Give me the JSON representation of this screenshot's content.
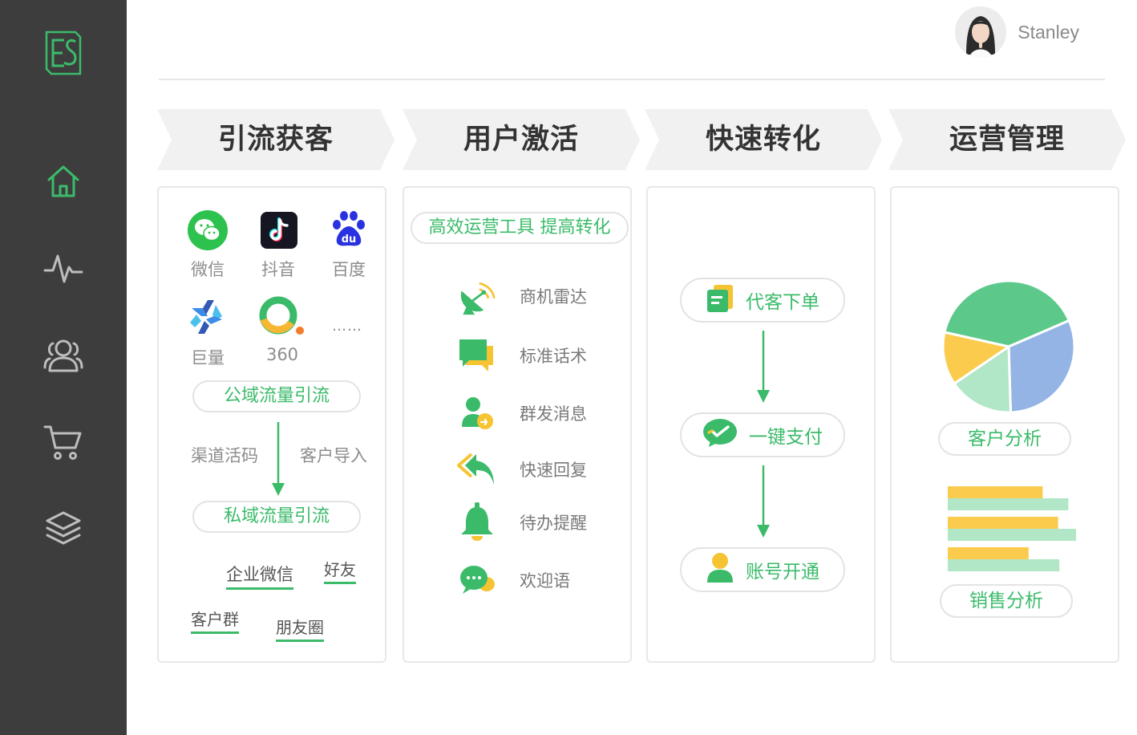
{
  "user": {
    "name": "Stanley"
  },
  "sidebar": {
    "logo_text": "ES",
    "items": [
      {
        "icon": "home-icon",
        "active": true
      },
      {
        "icon": "pulse-icon",
        "active": false
      },
      {
        "icon": "users-icon",
        "active": false
      },
      {
        "icon": "cart-icon",
        "active": false
      },
      {
        "icon": "layers-icon",
        "active": false
      }
    ]
  },
  "stages": [
    {
      "title": "引流获客"
    },
    {
      "title": "用户激活"
    },
    {
      "title": "快速转化"
    },
    {
      "title": "运营管理"
    }
  ],
  "acquire": {
    "apps": [
      {
        "name": "微信",
        "icon": "wechat-icon"
      },
      {
        "name": "抖音",
        "icon": "douyin-icon"
      },
      {
        "name": "百度",
        "icon": "baidu-icon"
      },
      {
        "name": "巨量",
        "icon": "juliang-icon"
      },
      {
        "name": "360",
        "icon": "360-icon"
      }
    ],
    "more": "……",
    "public_pill": "公域流量引流",
    "left_channel": "渠道活码",
    "right_channel": "客户导入",
    "private_pill": "私域流量引流",
    "targets": [
      "企业微信",
      "好友",
      "客户群",
      "朋友圈"
    ]
  },
  "activate": {
    "header": "高效运营工具 提高转化",
    "tools": [
      {
        "label": "商机雷达",
        "icon": "radar-icon"
      },
      {
        "label": "标准话术",
        "icon": "chat-icon"
      },
      {
        "label": "群发消息",
        "icon": "broadcast-user-icon"
      },
      {
        "label": "快速回复",
        "icon": "reply-icon"
      },
      {
        "label": "待办提醒",
        "icon": "bell-icon"
      },
      {
        "label": "欢迎语",
        "icon": "welcome-chat-icon"
      }
    ]
  },
  "convert": {
    "steps": [
      {
        "label": "代客下单",
        "icon": "order-icon"
      },
      {
        "label": "一键支付",
        "icon": "wechat-pay-icon"
      },
      {
        "label": "账号开通",
        "icon": "account-icon"
      }
    ]
  },
  "manage": {
    "customer_label": "客户分析",
    "sales_label": "销售分析",
    "colors": {
      "green": "#5cc98a",
      "blue": "#93b4e4",
      "yellow": "#fbcb4e",
      "mint": "#b1e6c6"
    },
    "pie_slices": [
      {
        "color": "green",
        "value": 0.4
      },
      {
        "color": "blue",
        "value": 0.31
      },
      {
        "color": "mint",
        "value": 0.16
      },
      {
        "color": "yellow",
        "value": 0.13
      }
    ],
    "bars": [
      {
        "yellow": 0.74,
        "mint": 0.94
      },
      {
        "yellow": 0.86,
        "mint": 1.0
      },
      {
        "yellow": 0.63,
        "mint": 0.87
      }
    ]
  },
  "accent": "#3bbb6a"
}
